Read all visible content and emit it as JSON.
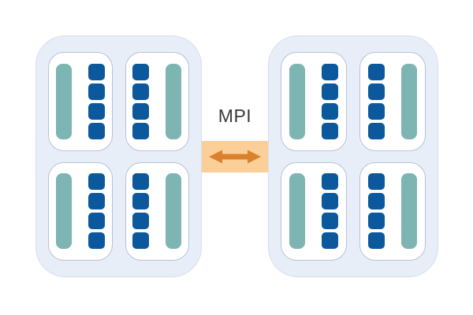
{
  "diagram": {
    "connector": {
      "label": "MPI",
      "arrow": "bidirectional-horizontal"
    },
    "colors": {
      "page_bg": "#ffffff",
      "node_fill": "#e8eef8",
      "socket_border": "#b7c1d9",
      "memory_teal": "#7cb5b1",
      "core_blue": "#0b589d",
      "connector_bg": "#fbcf97",
      "arrow": "#d9812d",
      "label_text": "#3a3a3a"
    },
    "nodes": [
      {
        "id": "node-1",
        "sockets": [
          {
            "memory_side": "left",
            "cores": 4
          },
          {
            "memory_side": "right",
            "cores": 4
          },
          {
            "memory_side": "left",
            "cores": 4
          },
          {
            "memory_side": "right",
            "cores": 4
          }
        ]
      },
      {
        "id": "node-2",
        "sockets": [
          {
            "memory_side": "left",
            "cores": 4
          },
          {
            "memory_side": "right",
            "cores": 4
          },
          {
            "memory_side": "left",
            "cores": 4
          },
          {
            "memory_side": "right",
            "cores": 4
          }
        ]
      }
    ]
  }
}
